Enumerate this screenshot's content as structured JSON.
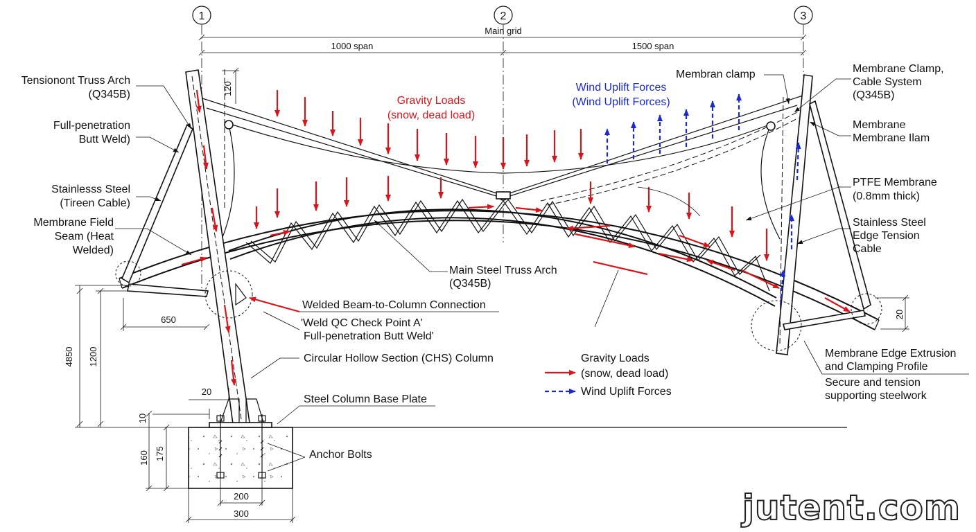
{
  "grid": {
    "bubbles": [
      "1",
      "2",
      "3"
    ]
  },
  "dimensions": {
    "main_grid": "Main grid",
    "span_left": "1000 span",
    "span_right": "1500 span",
    "d120": "120",
    "d4850": "4850",
    "d1200": "1200",
    "d650": "650",
    "d20_base": "20",
    "d10": "10",
    "d175": "175",
    "d160": "160",
    "d200": "200",
    "d300": "300",
    "d20_right": "20"
  },
  "labels": {
    "tension_truss_arch": [
      "Tensionont Truss Arch",
      "(Q345B)"
    ],
    "full_penetration": [
      "Full-penetration",
      "Butt Weld)"
    ],
    "stainless_cable": [
      "Stainlesss Steel",
      "(Tireen Cable)"
    ],
    "field_seam": [
      "Membrane Field",
      "Seam (Heat",
      "Welded)"
    ],
    "gravity_title": [
      "Gravity Loads",
      "(snow, dead load)"
    ],
    "wind_title": [
      "Wind Uplift Forces",
      "(Wind Uplift Forces)"
    ],
    "membran_clamp": "Membran clamp",
    "membrane_clamp": [
      "Membrane Clamp,",
      "Cable System",
      "(Q345B)"
    ],
    "membrane_ilam": [
      "Membrane",
      "Membrane Ilam"
    ],
    "ptfe": [
      "PTFE Membrane",
      "(0.8mm thick)"
    ],
    "edge_cable": [
      "Stainless Steel",
      "Edge Tension",
      "Cable"
    ],
    "main_truss": [
      "Main Steel Truss Arch",
      "(Q345B)"
    ],
    "welded_connection": "Welded Beam-to-Column Connection",
    "weld_qc": [
      "'Weld QC Check Point A'",
      "Full-penetration Butt Weld'"
    ],
    "chs_column": "Circular Hollow Section (CHS) Column",
    "base_plate": "Steel Column Base Plate",
    "anchor_bolts": "Anchor Bolts",
    "edge_extrusion": [
      "Membrane Edge Extrusion",
      "and Clamping Profile"
    ],
    "secure_tension": [
      "Secure and tension",
      "supporting steelwork"
    ]
  },
  "legend": {
    "gravity": [
      "Gravity Loads",
      "(snow, dead load)"
    ],
    "wind": "Wind Uplift Forces"
  },
  "colors": {
    "gravity": "#d9141b",
    "wind": "#1a2ad0"
  },
  "watermark": "jutent.com"
}
